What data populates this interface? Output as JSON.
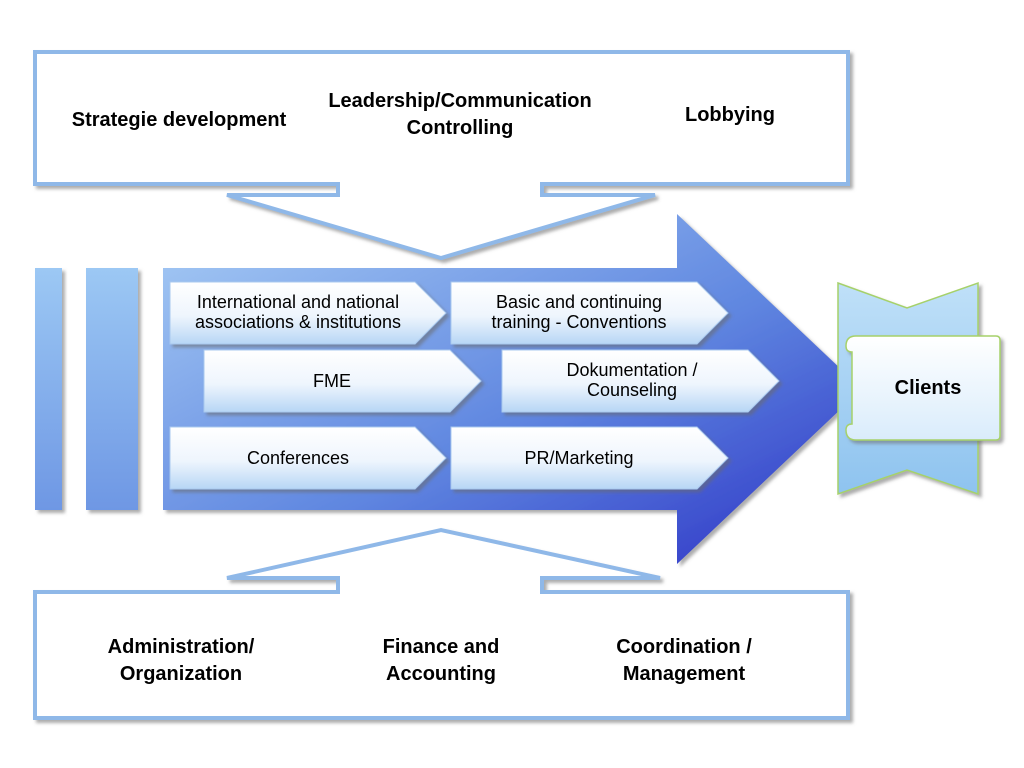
{
  "top_panel": {
    "strategy": "Strategie development",
    "leadership_line1": "Leadership/Communication",
    "leadership_line2": "Controlling",
    "lobbying": "Lobbying"
  },
  "activities": {
    "associations_line1": "International and national",
    "associations_line2": "associations & institutions",
    "training_line1": "Basic and continuing",
    "training_line2": "training - Conventions",
    "fme": "FME",
    "documentation_line1": "Dokumentation /",
    "documentation_line2": "Counseling",
    "conferences": "Conferences",
    "pr_marketing": "PR/Marketing"
  },
  "clients": "Clients",
  "bottom_panel": {
    "administration_line1": "Administration/",
    "administration_line2": "Organization",
    "finance_line1": "Finance and",
    "finance_line2": "Accounting",
    "coordination_line1": "Coordination /",
    "coordination_line2": "Management"
  },
  "colors": {
    "panel_border": "#8fb8e8",
    "arrow_light": "#9fc4f2",
    "arrow_dark": "#2f35c8",
    "clients_fill": "#a9d3f3",
    "clients_border": "#a6d16b"
  }
}
